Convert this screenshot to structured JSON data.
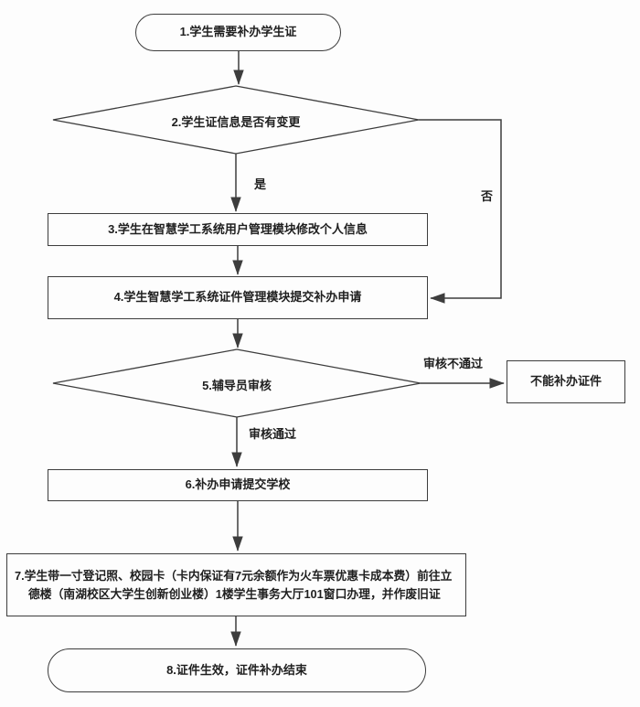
{
  "diagram": {
    "title": "student-id-reissue-flowchart",
    "colors": {
      "background": "#fdfdfd",
      "stroke": "#3d3d3d",
      "text": "#1f1f1f"
    },
    "nodes": {
      "start": {
        "label": "1.学生需要补办学生证"
      },
      "decision_info_changed": {
        "label": "2.学生证信息是否有变更"
      },
      "modify_info": {
        "label": "3.学生在智慧学工系统用户管理模块修改个人信息"
      },
      "submit_application": {
        "label": "4.学生智慧学工系统证件管理模块提交补办申请"
      },
      "counselor_review": {
        "label": "5.辅导员审核"
      },
      "cannot_reissue": {
        "label": "不能补办证件"
      },
      "submit_to_school": {
        "label": "6.补办申请提交学校"
      },
      "go_to_window": {
        "line1": "7.学生带一寸登记照、校园卡（卡内保证有7元余额作为火车票优惠卡成本费）前往立",
        "line2": "德楼（南湖校区大学生创新创业楼）1楼学生事务大厅101窗口办理，并作废旧证"
      },
      "end": {
        "label": "8.证件生效，证件补办结束"
      }
    },
    "edge_labels": {
      "yes": "是",
      "no": "否",
      "review_passed": "审核通过",
      "review_failed": "审核不通过"
    }
  }
}
